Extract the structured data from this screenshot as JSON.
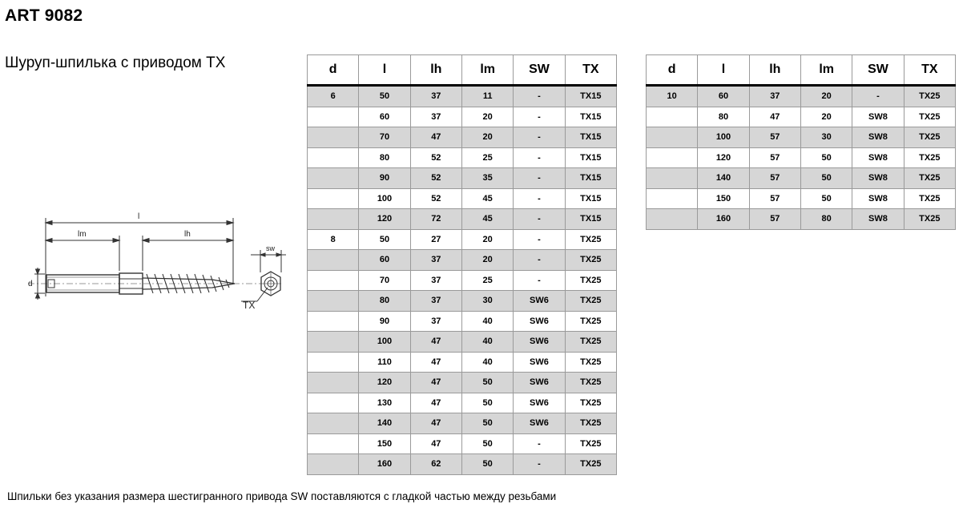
{
  "title": "ART 9082",
  "subtitle": "Шуруп-шпилька с приводом TX",
  "footnote": "Шпильки без указания размера шестигранного привода SW поставляются с гладкой частью между резьбами",
  "drawing": {
    "label_l": "l",
    "label_lm": "lm",
    "label_lh": "lh",
    "label_d": "d",
    "label_sw": "sw",
    "label_tx": "TX"
  },
  "table_headers": [
    "d",
    "l",
    "lh",
    "lm",
    "SW",
    "TX"
  ],
  "table_left": {
    "rows": [
      [
        "6",
        "50",
        "37",
        "11",
        "-",
        "TX15"
      ],
      [
        "",
        "60",
        "37",
        "20",
        "-",
        "TX15"
      ],
      [
        "",
        "70",
        "47",
        "20",
        "-",
        "TX15"
      ],
      [
        "",
        "80",
        "52",
        "25",
        "-",
        "TX15"
      ],
      [
        "",
        "90",
        "52",
        "35",
        "-",
        "TX15"
      ],
      [
        "",
        "100",
        "52",
        "45",
        "-",
        "TX15"
      ],
      [
        "",
        "120",
        "72",
        "45",
        "-",
        "TX15"
      ],
      [
        "8",
        "50",
        "27",
        "20",
        "-",
        "TX25"
      ],
      [
        "",
        "60",
        "37",
        "20",
        "-",
        "TX25"
      ],
      [
        "",
        "70",
        "37",
        "25",
        "-",
        "TX25"
      ],
      [
        "",
        "80",
        "37",
        "30",
        "SW6",
        "TX25"
      ],
      [
        "",
        "90",
        "37",
        "40",
        "SW6",
        "TX25"
      ],
      [
        "",
        "100",
        "47",
        "40",
        "SW6",
        "TX25"
      ],
      [
        "",
        "110",
        "47",
        "40",
        "SW6",
        "TX25"
      ],
      [
        "",
        "120",
        "47",
        "50",
        "SW6",
        "TX25"
      ],
      [
        "",
        "130",
        "47",
        "50",
        "SW6",
        "TX25"
      ],
      [
        "",
        "140",
        "47",
        "50",
        "SW6",
        "TX25"
      ],
      [
        "",
        "150",
        "47",
        "50",
        "-",
        "TX25"
      ],
      [
        "",
        "160",
        "62",
        "50",
        "-",
        "TX25"
      ]
    ]
  },
  "table_right": {
    "rows": [
      [
        "10",
        "60",
        "37",
        "20",
        "-",
        "TX25"
      ],
      [
        "",
        "80",
        "47",
        "20",
        "SW8",
        "TX25"
      ],
      [
        "",
        "100",
        "57",
        "30",
        "SW8",
        "TX25"
      ],
      [
        "",
        "120",
        "57",
        "50",
        "SW8",
        "TX25"
      ],
      [
        "",
        "140",
        "57",
        "50",
        "SW8",
        "TX25"
      ],
      [
        "",
        "150",
        "57",
        "50",
        "SW8",
        "TX25"
      ],
      [
        "",
        "160",
        "57",
        "80",
        "SW8",
        "TX25"
      ]
    ]
  },
  "colors": {
    "row_shade": "#d6d6d6",
    "grid": "#9a9a9a"
  }
}
